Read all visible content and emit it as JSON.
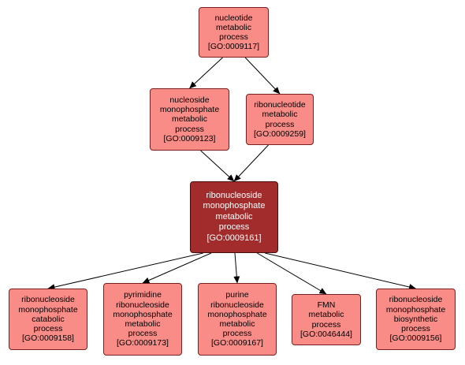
{
  "colors": {
    "node_fill": "#fa8c88",
    "focus_fill": "#a22b2b",
    "border": "#7a1f1f",
    "edge": "#000000"
  },
  "nodes": [
    {
      "id": "n9117",
      "lines": [
        "nucleotide",
        "metabolic",
        "process",
        "[GO:0009117]"
      ]
    },
    {
      "id": "n9123",
      "lines": [
        "nucleoside",
        "monophosphate",
        "metabolic",
        "process",
        "[GO:0009123]"
      ]
    },
    {
      "id": "n9259",
      "lines": [
        "ribonucleotide",
        "metabolic",
        "process",
        "[GO:0009259]"
      ]
    },
    {
      "id": "n9161",
      "lines": [
        "ribonucleoside",
        "monophosphate",
        "metabolic",
        "process",
        "[GO:0009161]"
      ],
      "focus": true
    },
    {
      "id": "n9158",
      "lines": [
        "ribonucleoside",
        "monophosphate",
        "catabolic",
        "process",
        "[GO:0009158]"
      ]
    },
    {
      "id": "n9173",
      "lines": [
        "pyrimidine",
        "ribonucleoside",
        "monophosphate",
        "metabolic",
        "process",
        "[GO:0009173]"
      ]
    },
    {
      "id": "n9167",
      "lines": [
        "purine",
        "ribonucleoside",
        "monophosphate",
        "metabolic",
        "process",
        "[GO:0009167]"
      ]
    },
    {
      "id": "n46444",
      "lines": [
        "FMN",
        "metabolic",
        "process",
        "[GO:0046444]"
      ]
    },
    {
      "id": "n9156",
      "lines": [
        "ribonucleoside",
        "monophosphate",
        "biosynthetic",
        "process",
        "[GO:0009156]"
      ]
    }
  ],
  "edges": [
    {
      "from": "n9117",
      "to": "n9123"
    },
    {
      "from": "n9117",
      "to": "n9259"
    },
    {
      "from": "n9123",
      "to": "n9161"
    },
    {
      "from": "n9259",
      "to": "n9161"
    },
    {
      "from": "n9161",
      "to": "n9158"
    },
    {
      "from": "n9161",
      "to": "n9173"
    },
    {
      "from": "n9161",
      "to": "n9167"
    },
    {
      "from": "n9161",
      "to": "n46444"
    },
    {
      "from": "n9161",
      "to": "n9156"
    }
  ]
}
